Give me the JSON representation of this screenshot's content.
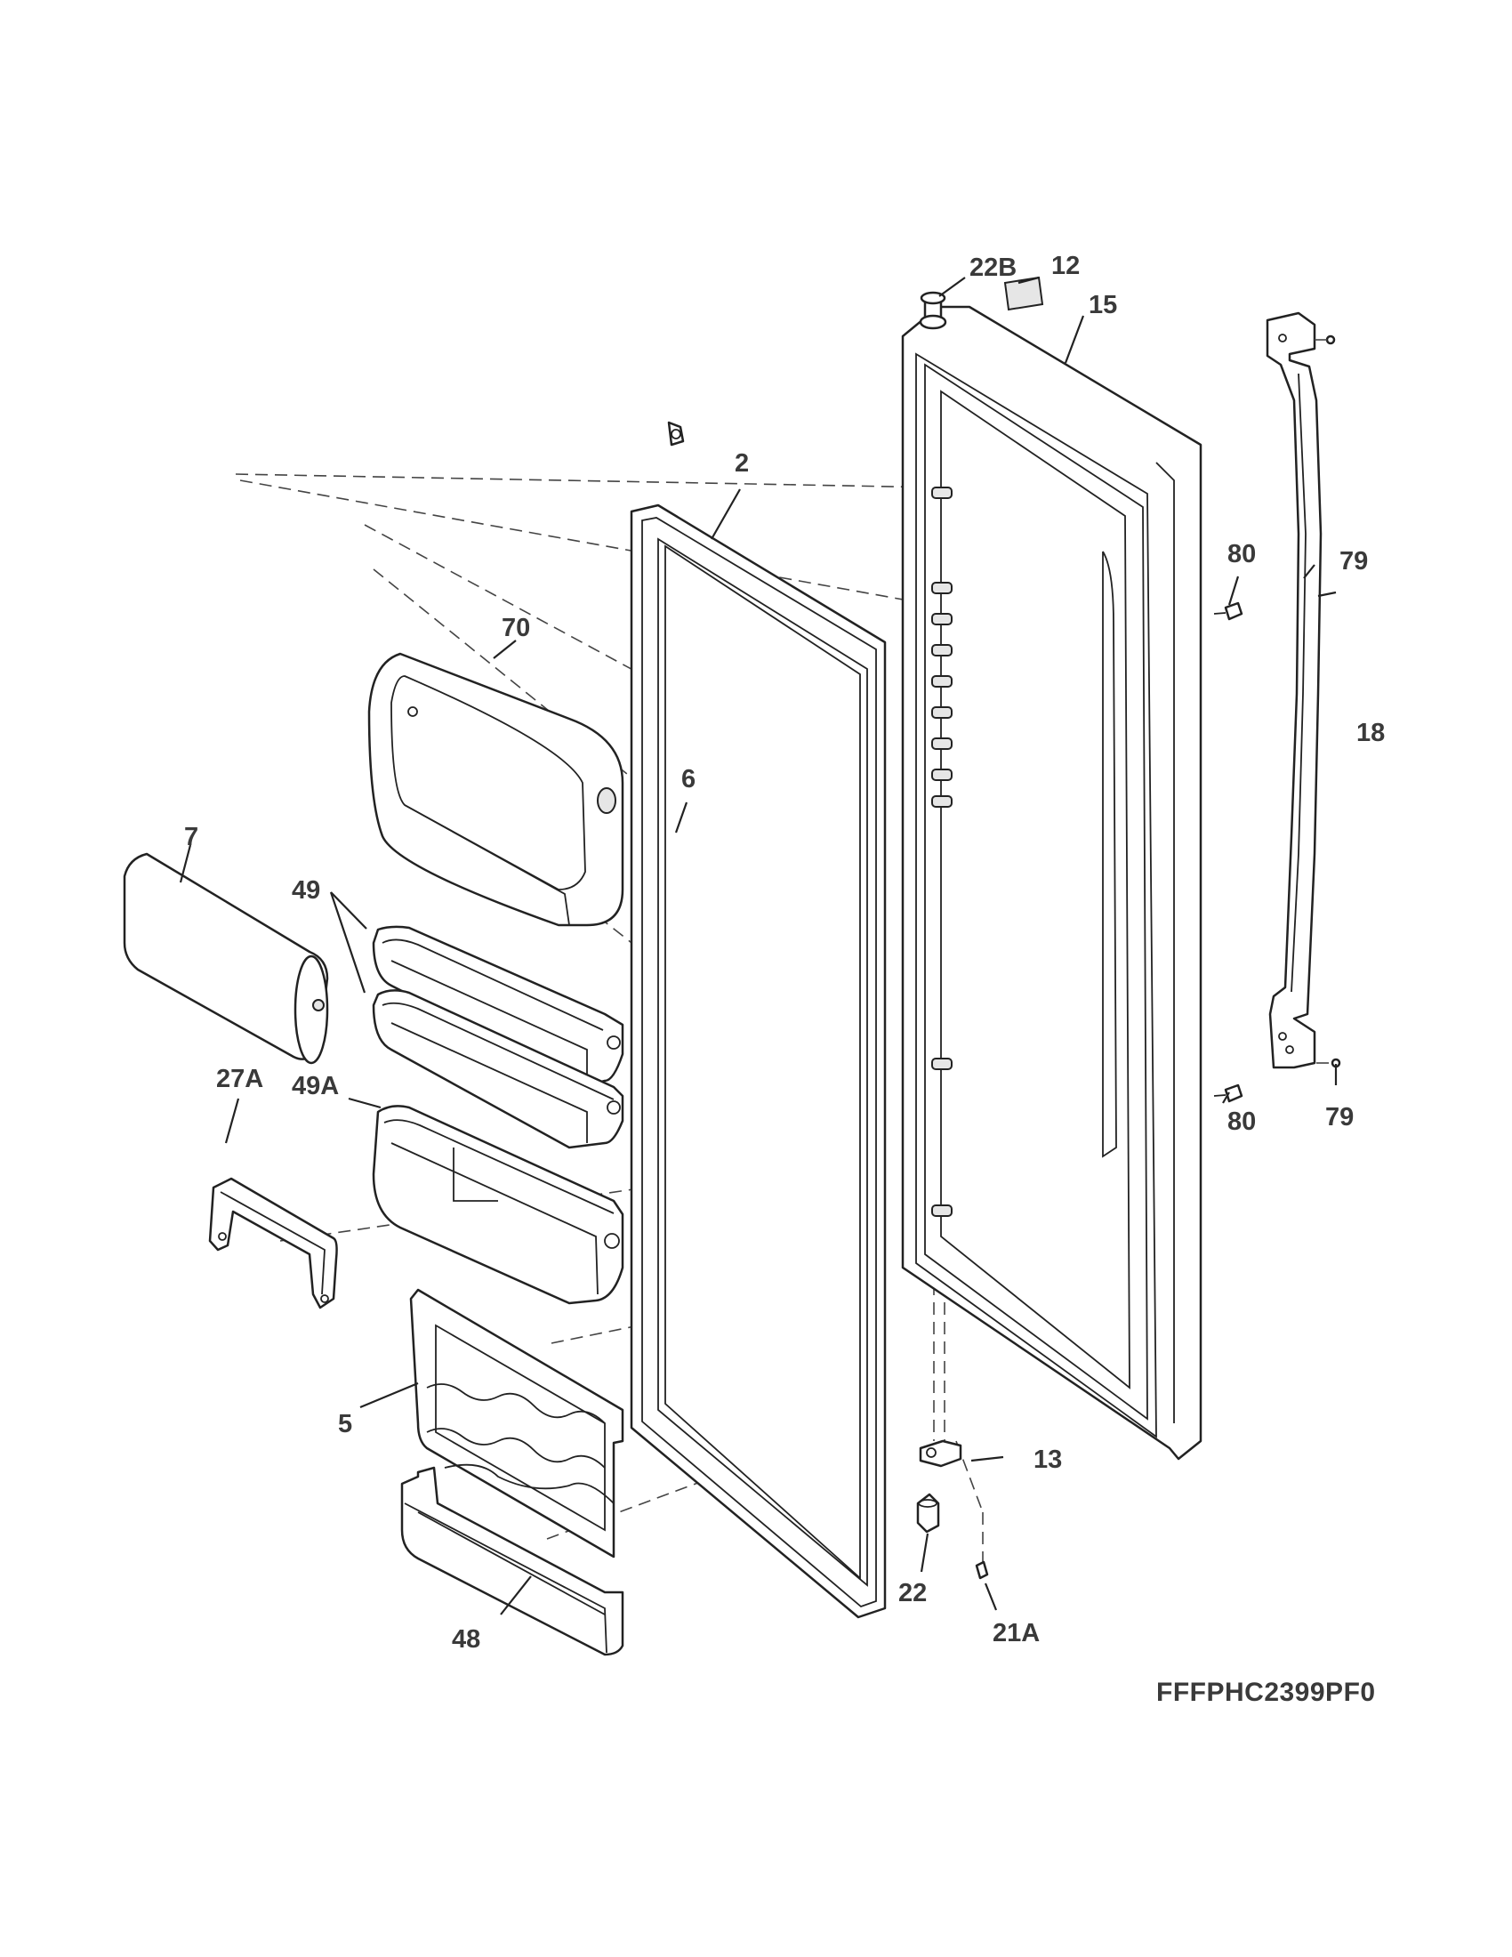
{
  "model_code": "FFFPHC2399PF0",
  "callouts": {
    "c22B": "22B",
    "c12": "12",
    "c15": "15",
    "c2": "2",
    "c80a": "80",
    "c79a": "79",
    "c18": "18",
    "c70": "70",
    "c6": "6",
    "c7": "7",
    "c49": "49",
    "c27A": "27A",
    "c49A": "49A",
    "c80b": "80",
    "c79b": "79",
    "c5": "5",
    "c13": "13",
    "c22": "22",
    "c21A": "21A",
    "c48": "48"
  }
}
